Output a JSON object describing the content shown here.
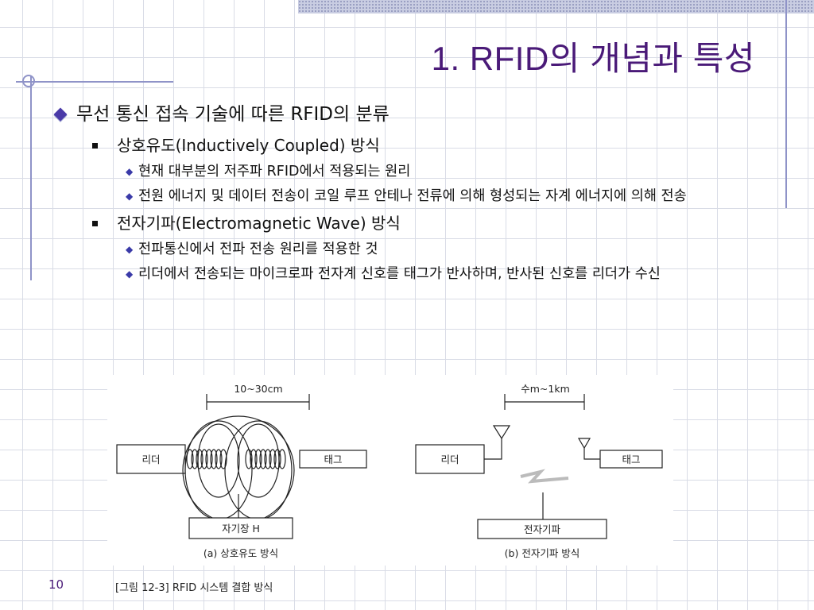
{
  "slide": {
    "title": "1. RFID의 개념과 특성",
    "main_bullet": "무선 통신 접속 기술에 따른 RFID의 분류",
    "sections": [
      {
        "heading": "상호유도(Inductively Coupled) 방식",
        "points": [
          "현재 대부분의 저주파 RFID에서 적용되는 원리",
          "전원 에너지 및 데이터 전송이 코일 루프 안테나 전류에 의해 형성되는 자계 에너지에 의해 전송"
        ]
      },
      {
        "heading": "전자기파(Electromagnetic Wave) 방식",
        "points": [
          "전파통신에서 전파 전송 원리를 적용한 것",
          "리더에서 전송되는 마이크로파 전자계 신호를 태그가 반사하며, 반사된 신호를 리더가 수신"
        ]
      }
    ],
    "page_number": "10"
  },
  "figure": {
    "left": {
      "distance": "10~30cm",
      "reader": "리더",
      "tag": "태그",
      "field": "자기장 H",
      "caption": "(a) 상호유도 방식"
    },
    "right": {
      "distance": "수m~1km",
      "reader": "리더",
      "tag": "태그",
      "field": "전자기파",
      "caption": "(b) 전자기파 방식"
    },
    "caption": "[그림 12-3] RFID 시스템 결합 방식"
  },
  "colors": {
    "title": "#4a1a78",
    "accent_line": "#8f93c8",
    "bullet": "#4a3aa8"
  }
}
